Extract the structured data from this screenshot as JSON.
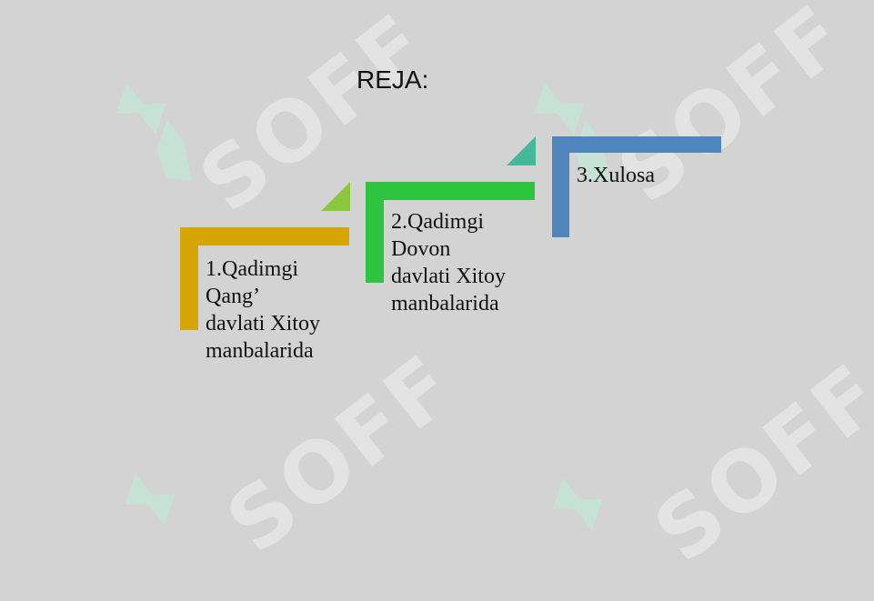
{
  "slide": {
    "title": "REJA:",
    "steps": [
      {
        "label": "1.Qadimgi\nQang’\ndavlati Xitoy\nmanbalarida",
        "color": "#d6a600"
      },
      {
        "label": "2.Qadimgi\nDovon\ndavlati Xitoy\nmanbalarida",
        "color": "#2fc43f"
      },
      {
        "label": "3.Xulosa",
        "color": "#4f86bd"
      }
    ],
    "arrow_colors": [
      "#8cc63f",
      "#46b89a"
    ],
    "watermark": "SOFF"
  }
}
